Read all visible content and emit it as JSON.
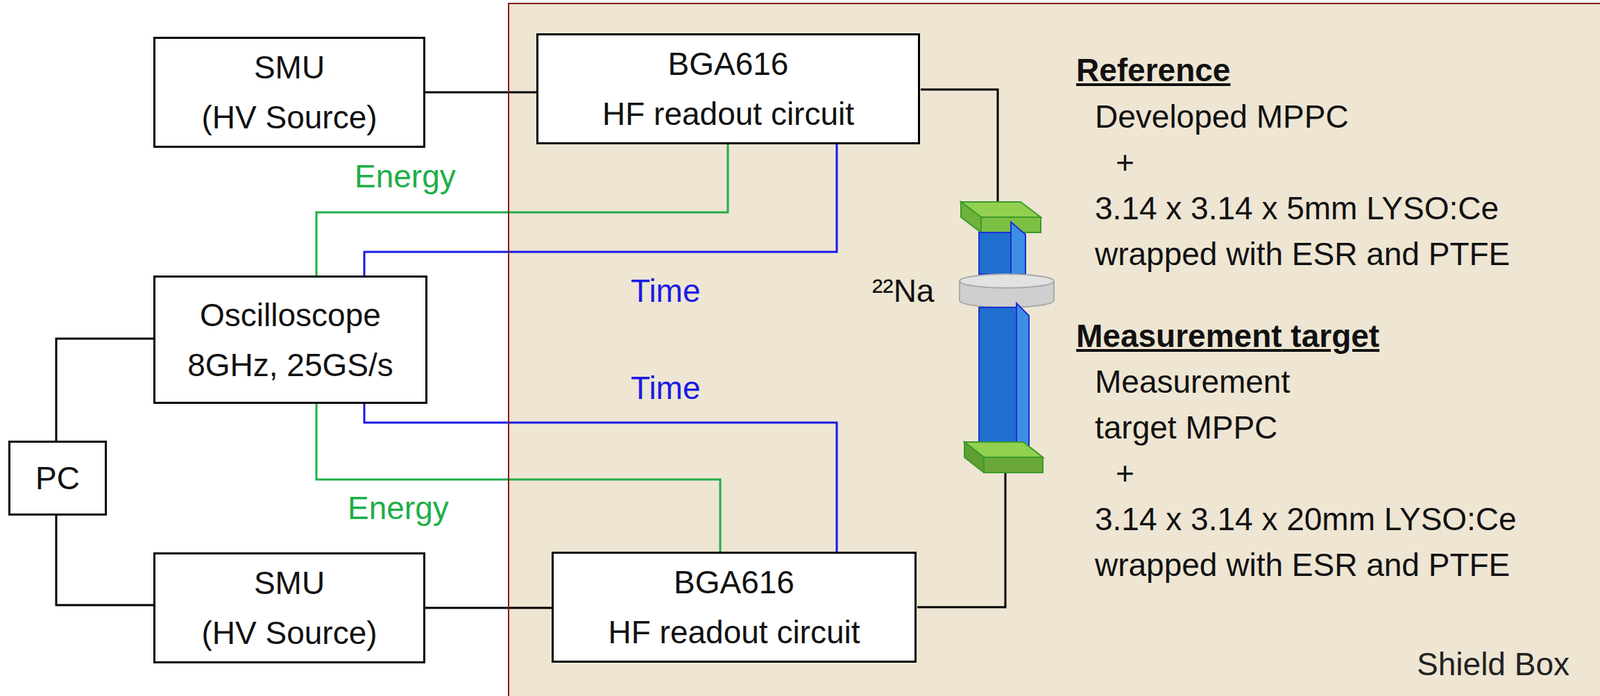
{
  "diagram": {
    "nodes": [
      {
        "text": [
          "SMU (HV Source)"
        ]
      },
      {
        "text": [
          "Shield Box"
        ]
      },
      {
        "text": [
          "BGA616 HF readout circuit"
        ],
        "in": 1
      },
      {
        "text": [
          "Oscilloscope 8GHz, 25GS/s"
        ]
      },
      {
        "text": [
          "PC"
        ]
      },
      {
        "text": [
          "SMU (HV Source)"
        ]
      },
      {
        "text": [
          "BGA616 HF readout circuit"
        ],
        "in": 1
      }
    ],
    "edges": [
      {
        "from": 0,
        "to": 2,
        "arrow": "none"
      },
      {
        "from": 2,
        "to": 3,
        "label": "Energy",
        "arrow": "none"
      },
      {
        "from": 2,
        "to": 3,
        "label": "Time",
        "arrow": "none"
      },
      {
        "from": 6,
        "to": 3,
        "label": "Time",
        "arrow": "none"
      },
      {
        "from": 6,
        "to": 3,
        "label": "Energy",
        "arrow": "none"
      },
      {
        "from": 3,
        "to": 4,
        "arrow": "none"
      },
      {
        "from": 4,
        "to": 5,
        "arrow": "none"
      },
      {
        "from": 5,
        "to": 6,
        "arrow": "none"
      }
    ],
    "labels": [
      "²²Na",
      "Reference",
      "Developed MPPC",
      "+",
      "3.14 x 3.14 x 5mm LYSO:Ce wrapped with ESR and PTFE",
      "Measurement target",
      "Measurement target MPPC",
      "+",
      "3.14 x 3.14 x 20mm LYSO:Ce wrapped with ESR and PTFE"
    ]
  }
}
